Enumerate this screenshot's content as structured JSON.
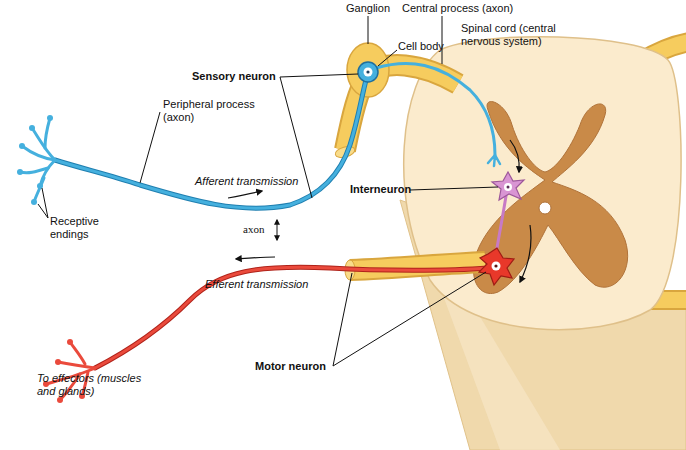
{
  "diagram": {
    "labels": [
      "Ganglion",
      "Central process (axon)",
      "Spinal cord (central nervous system)",
      "Cell body",
      "Sensory neuron",
      "Peripheral process (axon)",
      "Afferent transmission",
      "Interneuron",
      "Receptive endings",
      "axon",
      "Efferent transmission",
      "Motor neuron",
      "To effectors (muscles and glands)"
    ]
  }
}
